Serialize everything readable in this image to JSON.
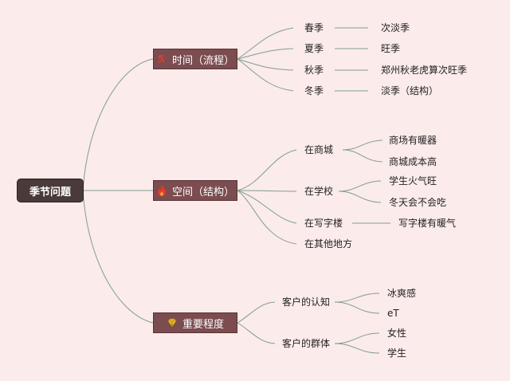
{
  "root": {
    "label": "季节问题"
  },
  "branches": [
    {
      "label": "时间（流程）",
      "icon": "hammer-sickle-icon",
      "items": [
        {
          "label": "春季",
          "detail": "次淡季"
        },
        {
          "label": "夏季",
          "detail": "旺季"
        },
        {
          "label": "秋季",
          "detail": "郑州秋老虎算次旺季"
        },
        {
          "label": "冬季",
          "detail": "淡季（结构）"
        }
      ]
    },
    {
      "label": "空间（结构）",
      "icon": "flame-icon",
      "items": [
        {
          "label": "在商城",
          "children": [
            "商场有暖器",
            "商城成本高"
          ]
        },
        {
          "label": "在学校",
          "children": [
            "学生火气旺",
            "冬天会不会吃"
          ]
        },
        {
          "label": "在写字楼",
          "children": [
            "写字楼有暖气"
          ]
        },
        {
          "label": "在其他地方",
          "children": []
        }
      ]
    },
    {
      "label": "重要程度",
      "icon": "diamond-icon",
      "items": [
        {
          "label": "客户的认知",
          "children": [
            "冰爽感",
            "eT"
          ]
        },
        {
          "label": "客户的群体",
          "children": [
            "女性",
            "学生"
          ]
        }
      ]
    }
  ],
  "colors": {
    "line": "#7f9e8f",
    "branch_fill": "#7b4c50",
    "root_fill": "#4a3a3a",
    "background": "#fcebeb"
  }
}
